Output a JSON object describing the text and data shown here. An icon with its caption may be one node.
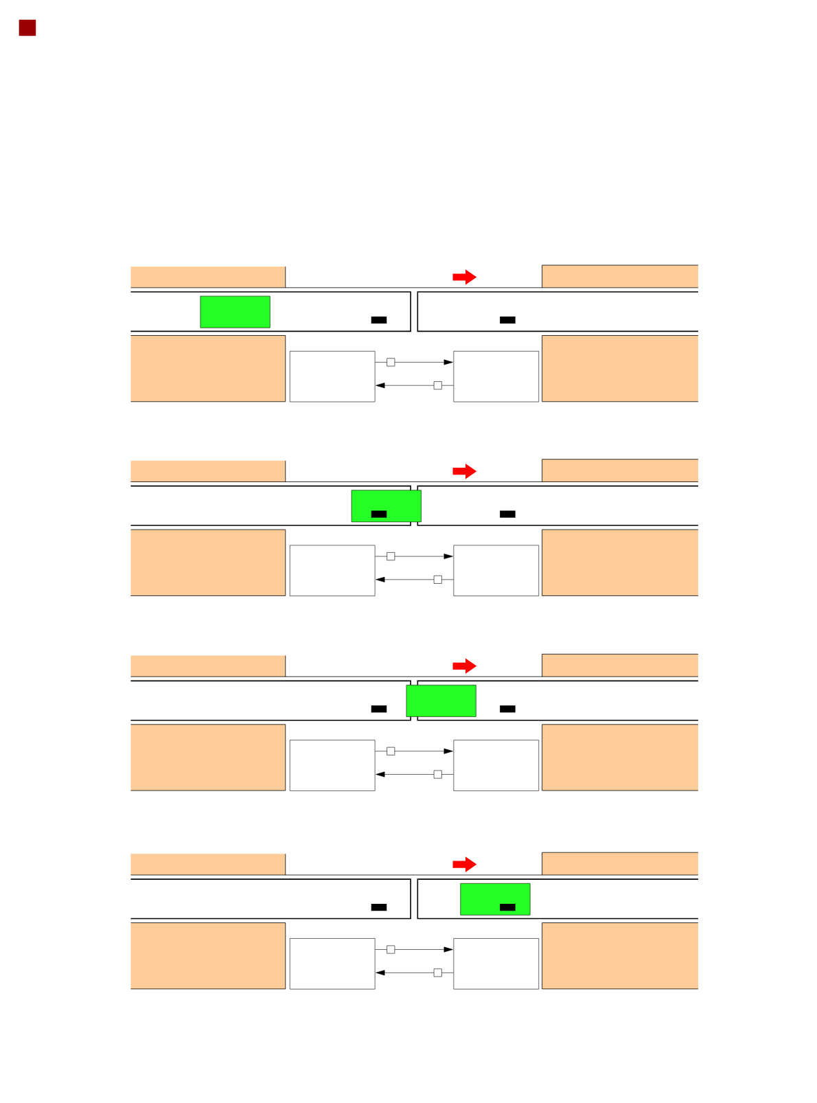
{
  "diagram": {
    "nodes": [
      {
        "text": [],
        "shape": "box"
      },
      {
        "text": [],
        "shape": "box"
      },
      {
        "text": [],
        "shape": "box"
      },
      {
        "text": [],
        "shape": "box"
      },
      {
        "text": [],
        "shape": "box"
      },
      {
        "text": [],
        "shape": "box"
      },
      {
        "text": [],
        "shape": "box"
      },
      {
        "text": [],
        "shape": "box"
      }
    ],
    "edges": [
      {
        "from": 0,
        "to": 1,
        "arrow": "to"
      },
      {
        "from": 1,
        "to": 0,
        "arrow": "to"
      },
      {
        "from": 2,
        "to": 3,
        "arrow": "to"
      },
      {
        "from": 3,
        "to": 2,
        "arrow": "to"
      },
      {
        "from": 4,
        "to": 5,
        "arrow": "to"
      },
      {
        "from": 5,
        "to": 4,
        "arrow": "to"
      },
      {
        "from": 6,
        "to": 7,
        "arrow": "to"
      },
      {
        "from": 7,
        "to": 6,
        "arrow": "to"
      }
    ]
  }
}
